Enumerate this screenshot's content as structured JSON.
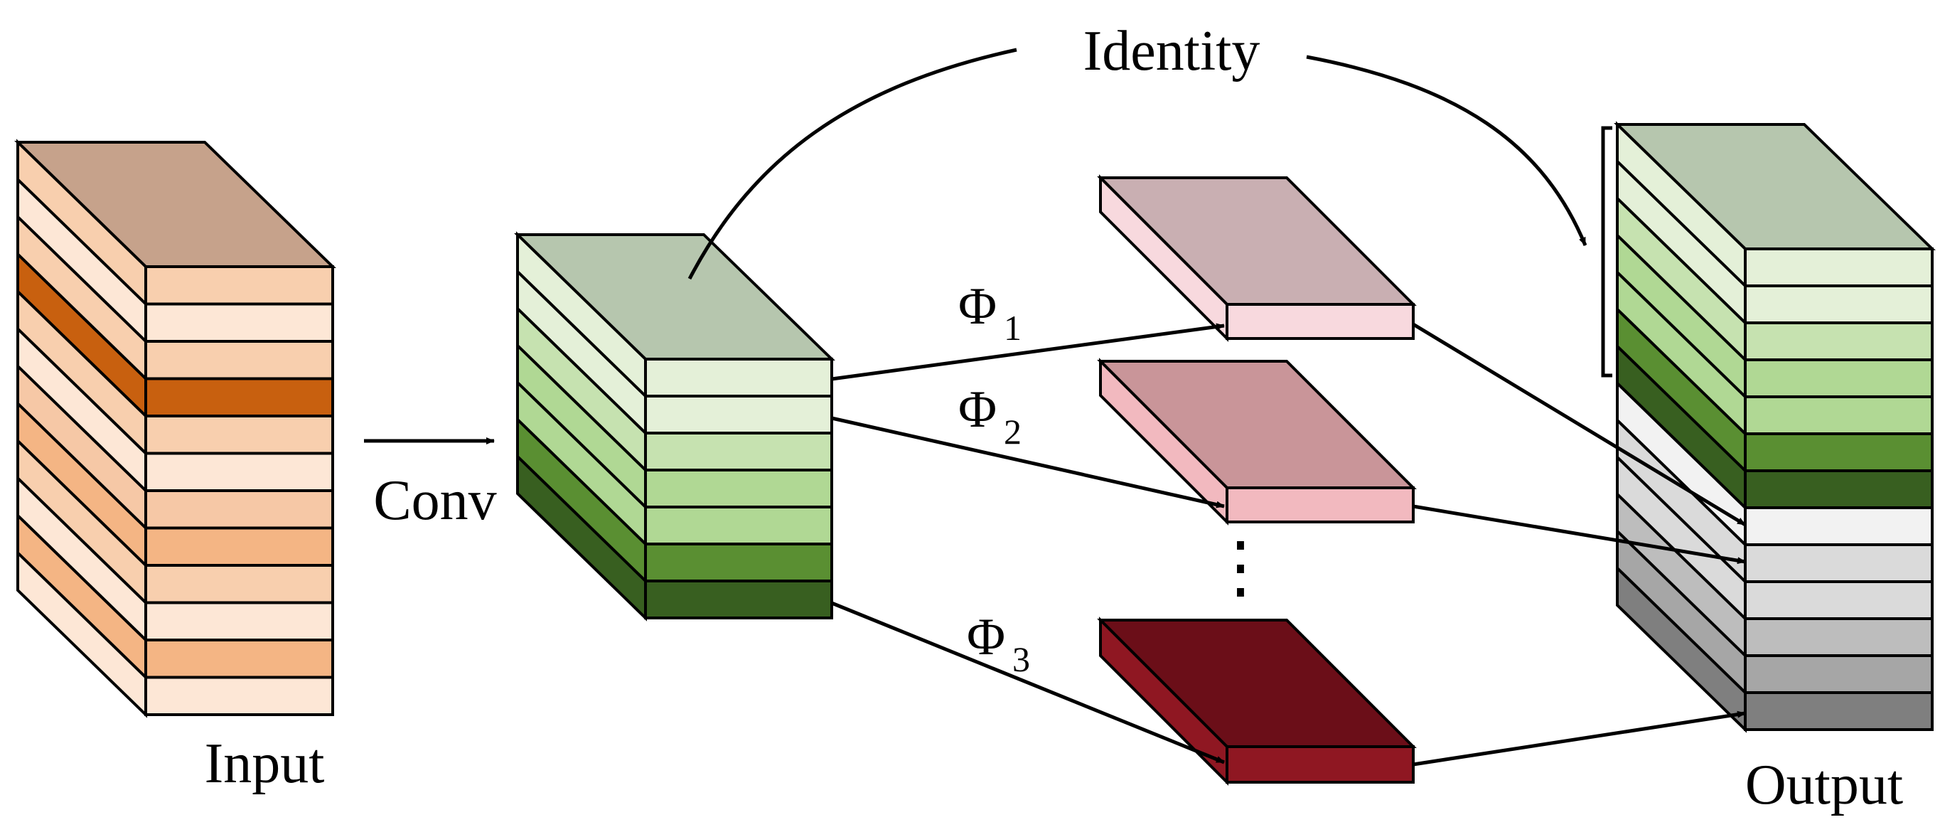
{
  "labels": {
    "input": "Input",
    "conv": "Conv",
    "identity": "Identity",
    "output": "Output",
    "phi_symbol": "Φ",
    "phi1_sub": "1",
    "phi2_sub": "2",
    "phi3_sub": "3",
    "ellipsis": "⋮"
  },
  "colors": {
    "input_top": "#c6a28b",
    "input_layers": [
      "#f8cfae",
      "#fde7d6",
      "#f8cfae",
      "#c8600f",
      "#f8cfae",
      "#fde7d6",
      "#f6c8a6",
      "#f4b584",
      "#f8cfae",
      "#fde7d6",
      "#f4b584",
      "#fde7d6"
    ],
    "conv_top": "#b6c6ae",
    "conv_layers": [
      "#e4f0d8",
      "#e4f0d8",
      "#c6e2b0",
      "#b0d894",
      "#b0d894",
      "#5a8f32",
      "#385f20"
    ],
    "plane1_top": "#c9afb2",
    "plane1_front": "#f8d9de",
    "plane2_top": "#c99599",
    "plane2_front": "#f2b9bf",
    "plane3_top": "#6b0e18",
    "plane3_front": "#8f1722",
    "output_top": "#b6c6ae",
    "output_layers": [
      "#e4f0d8",
      "#e4f0d8",
      "#c6e2b0",
      "#b0d894",
      "#b0d894",
      "#5a8f32",
      "#385f20",
      "#f2f2f2",
      "#dadada",
      "#dadada",
      "#bdbdbd",
      "#a6a6a6",
      "#7f7f7f"
    ]
  }
}
